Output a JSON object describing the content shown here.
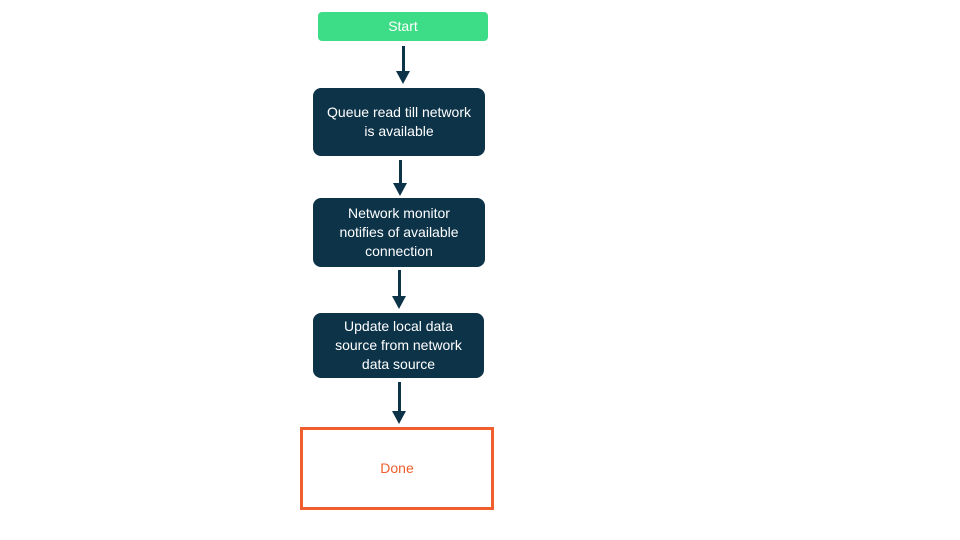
{
  "diagram": {
    "type": "flowchart",
    "direction": "top-down",
    "nodes": [
      {
        "id": "start",
        "kind": "start",
        "label": "Start"
      },
      {
        "id": "queue",
        "kind": "process",
        "label": "Queue read till network is available"
      },
      {
        "id": "monitor",
        "kind": "process",
        "label": "Network monitor notifies of available connection"
      },
      {
        "id": "update",
        "kind": "process",
        "label": "Update local data source from network data source"
      },
      {
        "id": "done",
        "kind": "end",
        "label": "Done"
      }
    ],
    "connectors": [
      {
        "from": "start",
        "to": "queue"
      },
      {
        "from": "queue",
        "to": "monitor"
      },
      {
        "from": "monitor",
        "to": "update"
      },
      {
        "from": "update",
        "to": "done"
      }
    ],
    "colors": {
      "start_fill": "#3DDC86",
      "process_fill": "#0D3349",
      "process_text": "#FFFFFF",
      "start_text": "#FFFFFF",
      "end_border": "#EE5F2D",
      "end_text": "#EE5F2D",
      "arrow": "#0D3349",
      "background": "#FFFFFF"
    }
  }
}
